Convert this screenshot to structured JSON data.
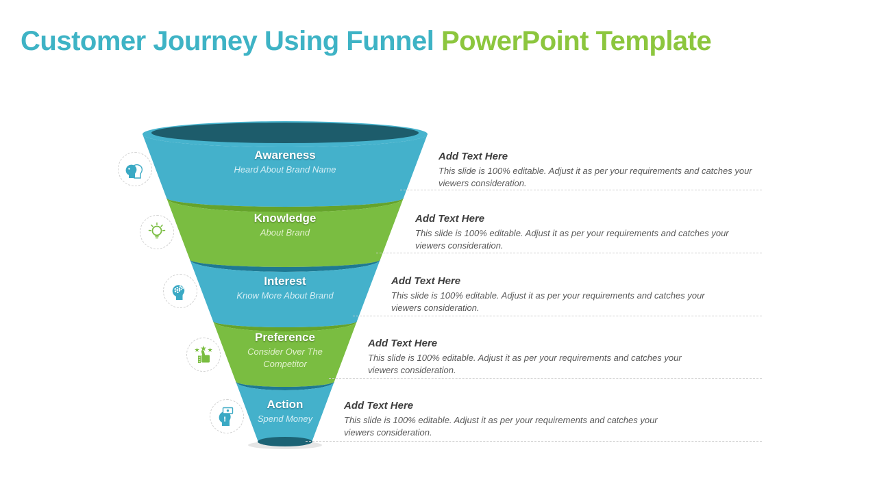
{
  "title": {
    "part1": "Customer Journey Using Funnel",
    "part2": " PowerPoint Template"
  },
  "colors": {
    "title_teal": "#3eb3c5",
    "title_green": "#8cc63e",
    "funnel_blue": "#44b1cb",
    "funnel_green": "#7abd41",
    "funnel_top_dark_teal": "#1d5c6b",
    "rim_dark_green": "#65a32b",
    "rim_dark_blue": "#1e7992",
    "funnel_bottom_dark": "#1c6375",
    "stage_text": "#ffffff",
    "annotation_heading": "#3d3d3d",
    "annotation_body": "#595959"
  },
  "funnel": {
    "stages": [
      {
        "name": "Awareness",
        "subtitle": "Heard About Brand Name",
        "color": "blue",
        "icon": "two-heads-icon"
      },
      {
        "name": "Knowledge",
        "subtitle": "About Brand",
        "color": "green",
        "icon": "lightbulb-icon"
      },
      {
        "name": "Interest",
        "subtitle": "Know More About Brand",
        "color": "blue",
        "icon": "head-gears-icon"
      },
      {
        "name": "Preference",
        "subtitle": "Consider Over The Competitor",
        "color": "green",
        "icon": "thumbs-up-stars-icon"
      },
      {
        "name": "Action",
        "subtitle": "Spend Money",
        "color": "blue",
        "icon": "head-money-icon"
      }
    ]
  },
  "annotations": [
    {
      "heading": "Add Text Here",
      "body": "This slide is 100% editable. Adjust it as per your requirements and catches your viewers consideration."
    },
    {
      "heading": "Add Text Here",
      "body": "This slide is 100% editable. Adjust it as per your requirements and catches your viewers consideration."
    },
    {
      "heading": "Add Text Here",
      "body": "This slide is 100% editable. Adjust it as per your requirements and catches your viewers consideration."
    },
    {
      "heading": "Add Text Here",
      "body": "This slide is 100% editable. Adjust it as per your requirements and catches your viewers consideration."
    },
    {
      "heading": "Add Text Here",
      "body": "This slide is 100% editable. Adjust it as per your requirements and catches your viewers consideration."
    }
  ]
}
